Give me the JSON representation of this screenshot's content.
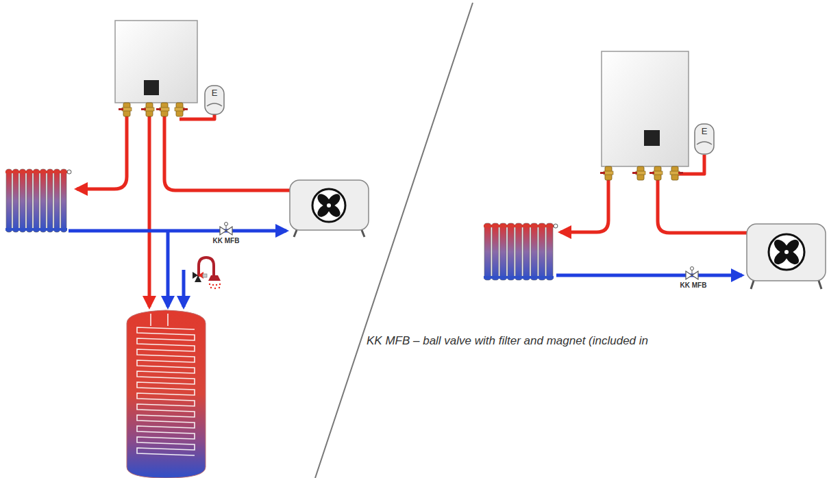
{
  "diagram": {
    "caption": "KK MFB – ball valve with filter and magnet (included in",
    "nodes": [
      {
        "text": [
          "E"
        ]
      },
      {
        "text": [
          "E"
        ]
      }
    ],
    "labels": [
      "KK MFB",
      "KK MFB"
    ]
  }
}
